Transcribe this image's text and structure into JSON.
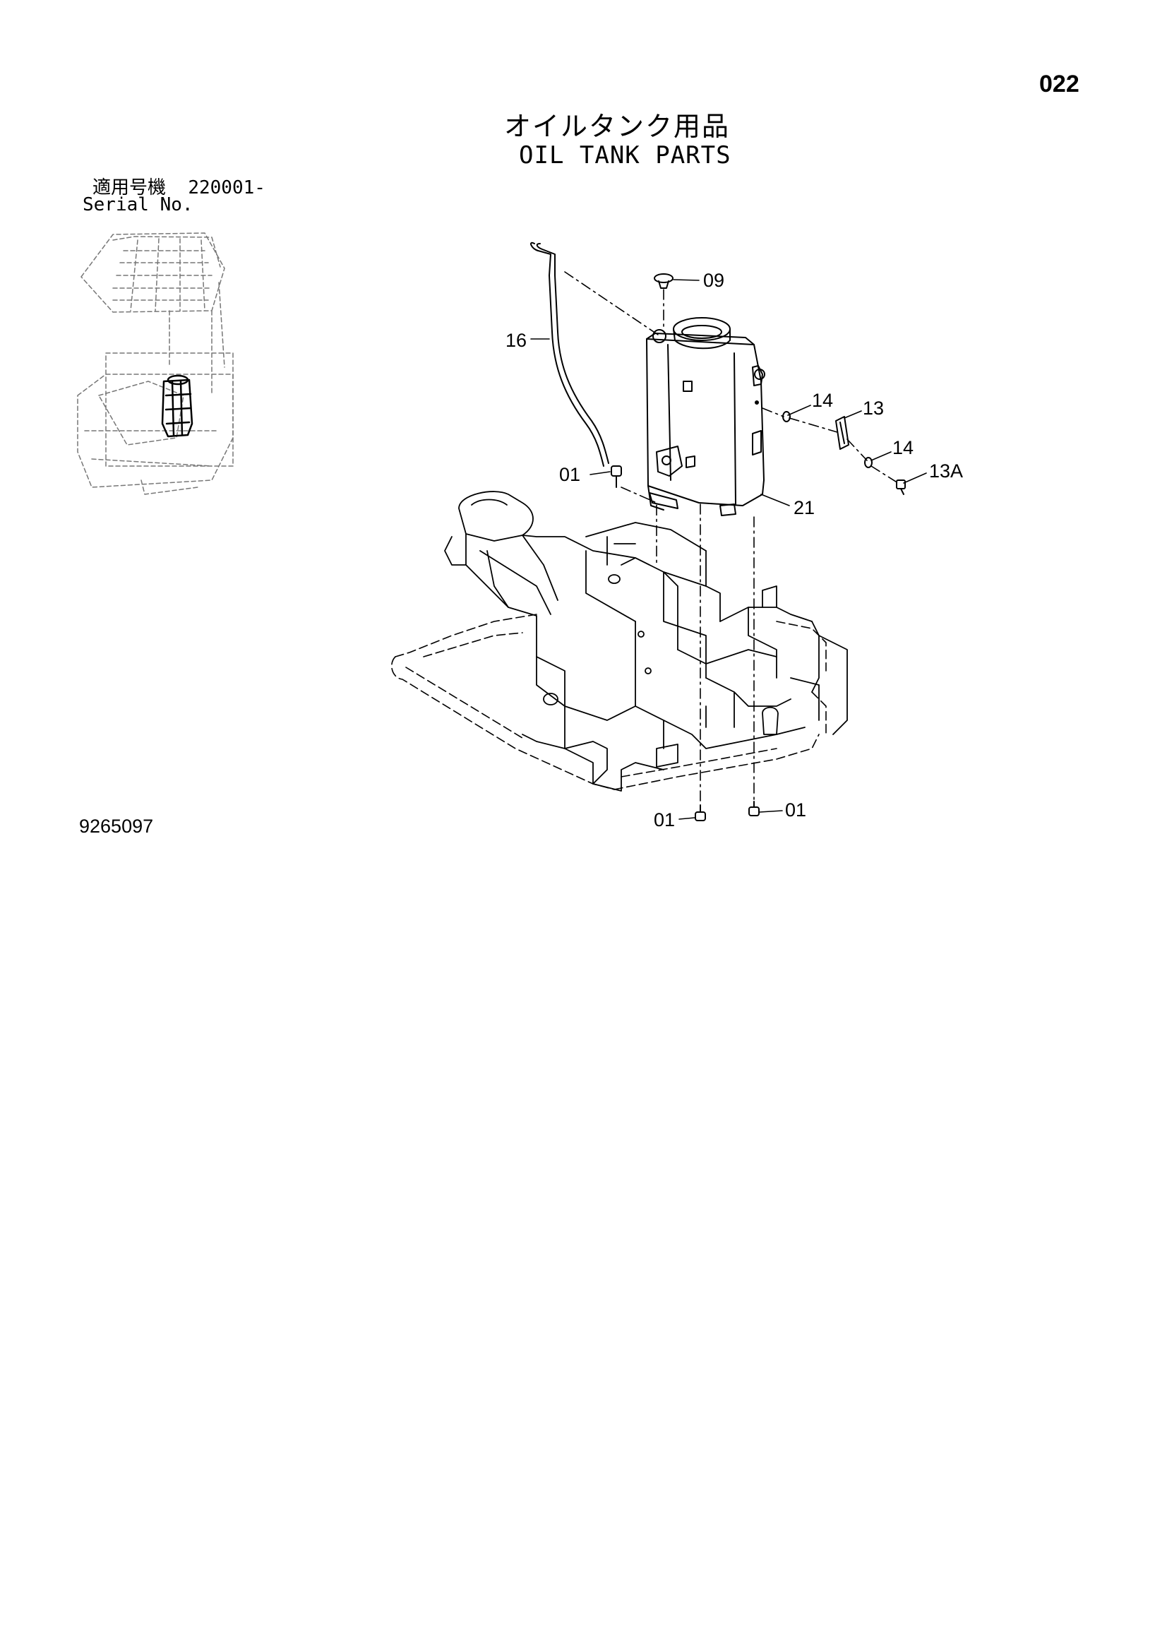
{
  "page_number": "022",
  "title_ja": "オイルタンク用品",
  "title_en": "OIL TANK PARTS",
  "serial": {
    "label_ja": "適用号機",
    "value": "220001-",
    "label_en": "Serial No."
  },
  "drawing_number": "9265097",
  "callouts": {
    "c09": "09",
    "c16": "16",
    "c14a": "14",
    "c13": "13",
    "c14b": "14",
    "c13A": "13A",
    "c01top": "01",
    "c21": "21",
    "c01bl": "01",
    "c01br": "01"
  }
}
